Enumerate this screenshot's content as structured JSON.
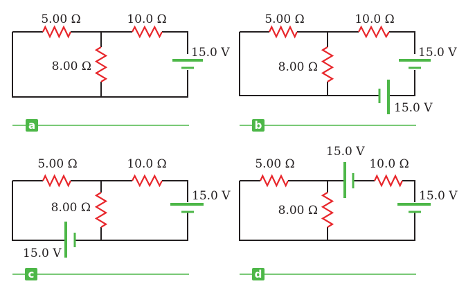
{
  "colors": {
    "wire": "#231f20",
    "resistor": "#e8262b",
    "battery": "#4db748",
    "text": "#231f20",
    "badge_text": "#ffffff"
  },
  "panels": [
    {
      "badge": "a",
      "r_left": "5.00 Ω",
      "r_right": "10.0 Ω",
      "r_middle": "8.00 Ω",
      "battery_right": "15.0 V"
    },
    {
      "badge": "b",
      "r_left": "5.00 Ω",
      "r_right": "10.0 Ω",
      "r_middle": "8.00 Ω",
      "battery_right": "15.0 V",
      "battery_extra": "15.0 V"
    },
    {
      "badge": "c",
      "r_left": "5.00 Ω",
      "r_right": "10.0 Ω",
      "r_middle": "8.00 Ω",
      "battery_right": "15.0 V",
      "battery_extra": "15.0 V"
    },
    {
      "badge": "d",
      "r_left": "5.00 Ω",
      "r_right": "10.0 Ω",
      "r_middle": "8.00 Ω",
      "battery_right": "15.0 V",
      "battery_extra": "15.0 V"
    }
  ]
}
